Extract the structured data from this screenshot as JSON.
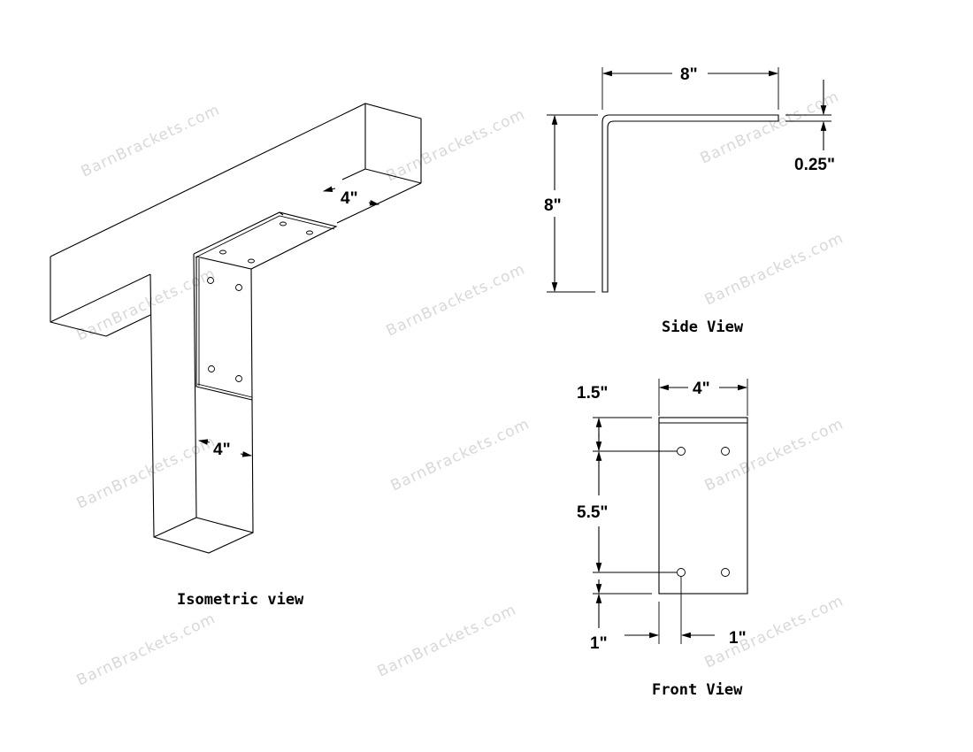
{
  "watermark": "BarnBrackets.com",
  "isometric": {
    "caption": "Isometric view",
    "beam_width_label": "4\"",
    "post_width_label": "4\""
  },
  "side_view": {
    "caption": "Side View",
    "horizontal_length_label": "8\"",
    "vertical_length_label": "8\"",
    "thickness_label": "0.25\""
  },
  "front_view": {
    "caption": "Front View",
    "width_label": "4\"",
    "top_offset_label": "1.5\"",
    "hole_spacing_label": "5.5\"",
    "bottom_offset_label": "1\"",
    "hole_inset_label": "1\""
  },
  "colors": {
    "line": "#000000",
    "watermark": "#d8d8d8",
    "background": "#ffffff"
  }
}
